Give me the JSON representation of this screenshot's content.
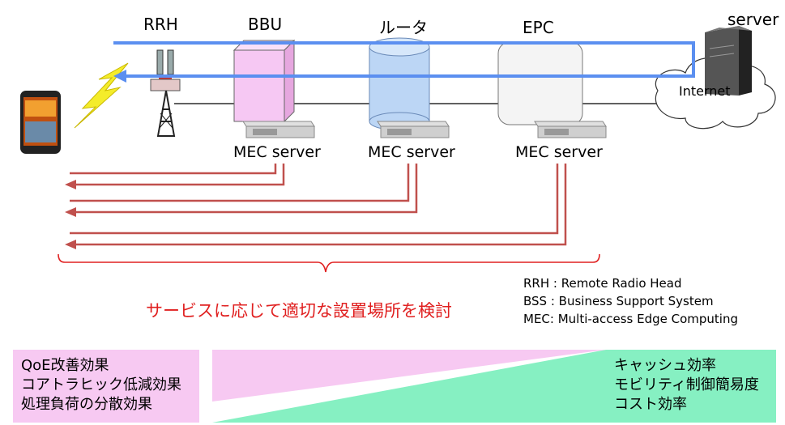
{
  "nodes": {
    "rrh": "RRH",
    "bbu": "BBU",
    "router": "ルータ",
    "epc": "EPC",
    "server": "server",
    "internet": "Internet"
  },
  "mec_labels": [
    "MEC server",
    "MEC server",
    "MEC server"
  ],
  "caption": "サービスに応じて適切な設置場所を検討",
  "legend": [
    "RRH : Remote Radio Head",
    "BSS : Business Support System",
    "MEC: Multi-access Edge Computing"
  ],
  "left_benefits": [
    "QoE改善効果",
    "コアトラヒック低減効果",
    "処理負荷の分散効果"
  ],
  "right_benefits": [
    "キャッシュ効率",
    "モビリティ制御簡易度",
    "コスト効率"
  ],
  "colors": {
    "path_blue": "#5b8ff0",
    "mec_path_red": "#c0504d",
    "bbu_fill": "#f6c8f3",
    "router_fill": "#bcd6f5",
    "left_box": "#f7c9f2",
    "right_box": "#86f0c2",
    "caption_red": "#e02020"
  },
  "icons": [
    "smartphone-icon",
    "lightning-icon",
    "antenna-tower-icon",
    "rack-server-icon",
    "cloud-icon",
    "tower-server-icon"
  ]
}
